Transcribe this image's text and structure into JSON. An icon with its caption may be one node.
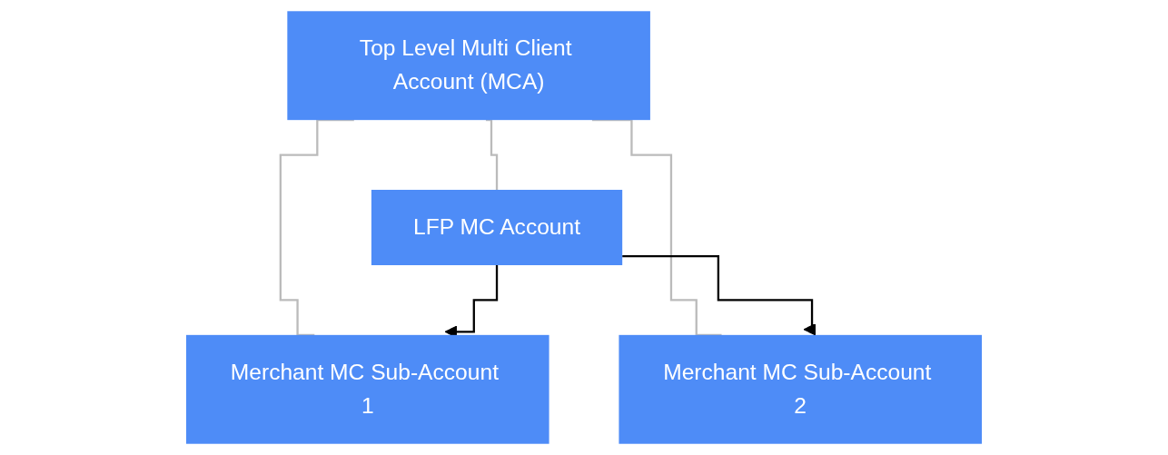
{
  "diagram": {
    "nodes": [
      {
        "text": [
          "Top Level Multi Client Account (MCA)"
        ]
      },
      {
        "text": [
          "Merchant MC Sub-Account 1"
        ]
      },
      {
        "text": [
          "Merchant MC Sub-Account 2"
        ]
      },
      {
        "text": [
          "LFP MC Account"
        ]
      }
    ],
    "edges": [
      {
        "from": 0,
        "to": 1,
        "arrow": "none"
      },
      {
        "from": 0,
        "to": 2,
        "arrow": "none"
      },
      {
        "from": 0,
        "to": 3,
        "arrow": "none"
      },
      {
        "from": 3,
        "to": 1,
        "arrow": "to",
        "color": "#000000"
      },
      {
        "from": 3,
        "to": 2,
        "arrow": "to",
        "color": "#000000"
      }
    ]
  }
}
